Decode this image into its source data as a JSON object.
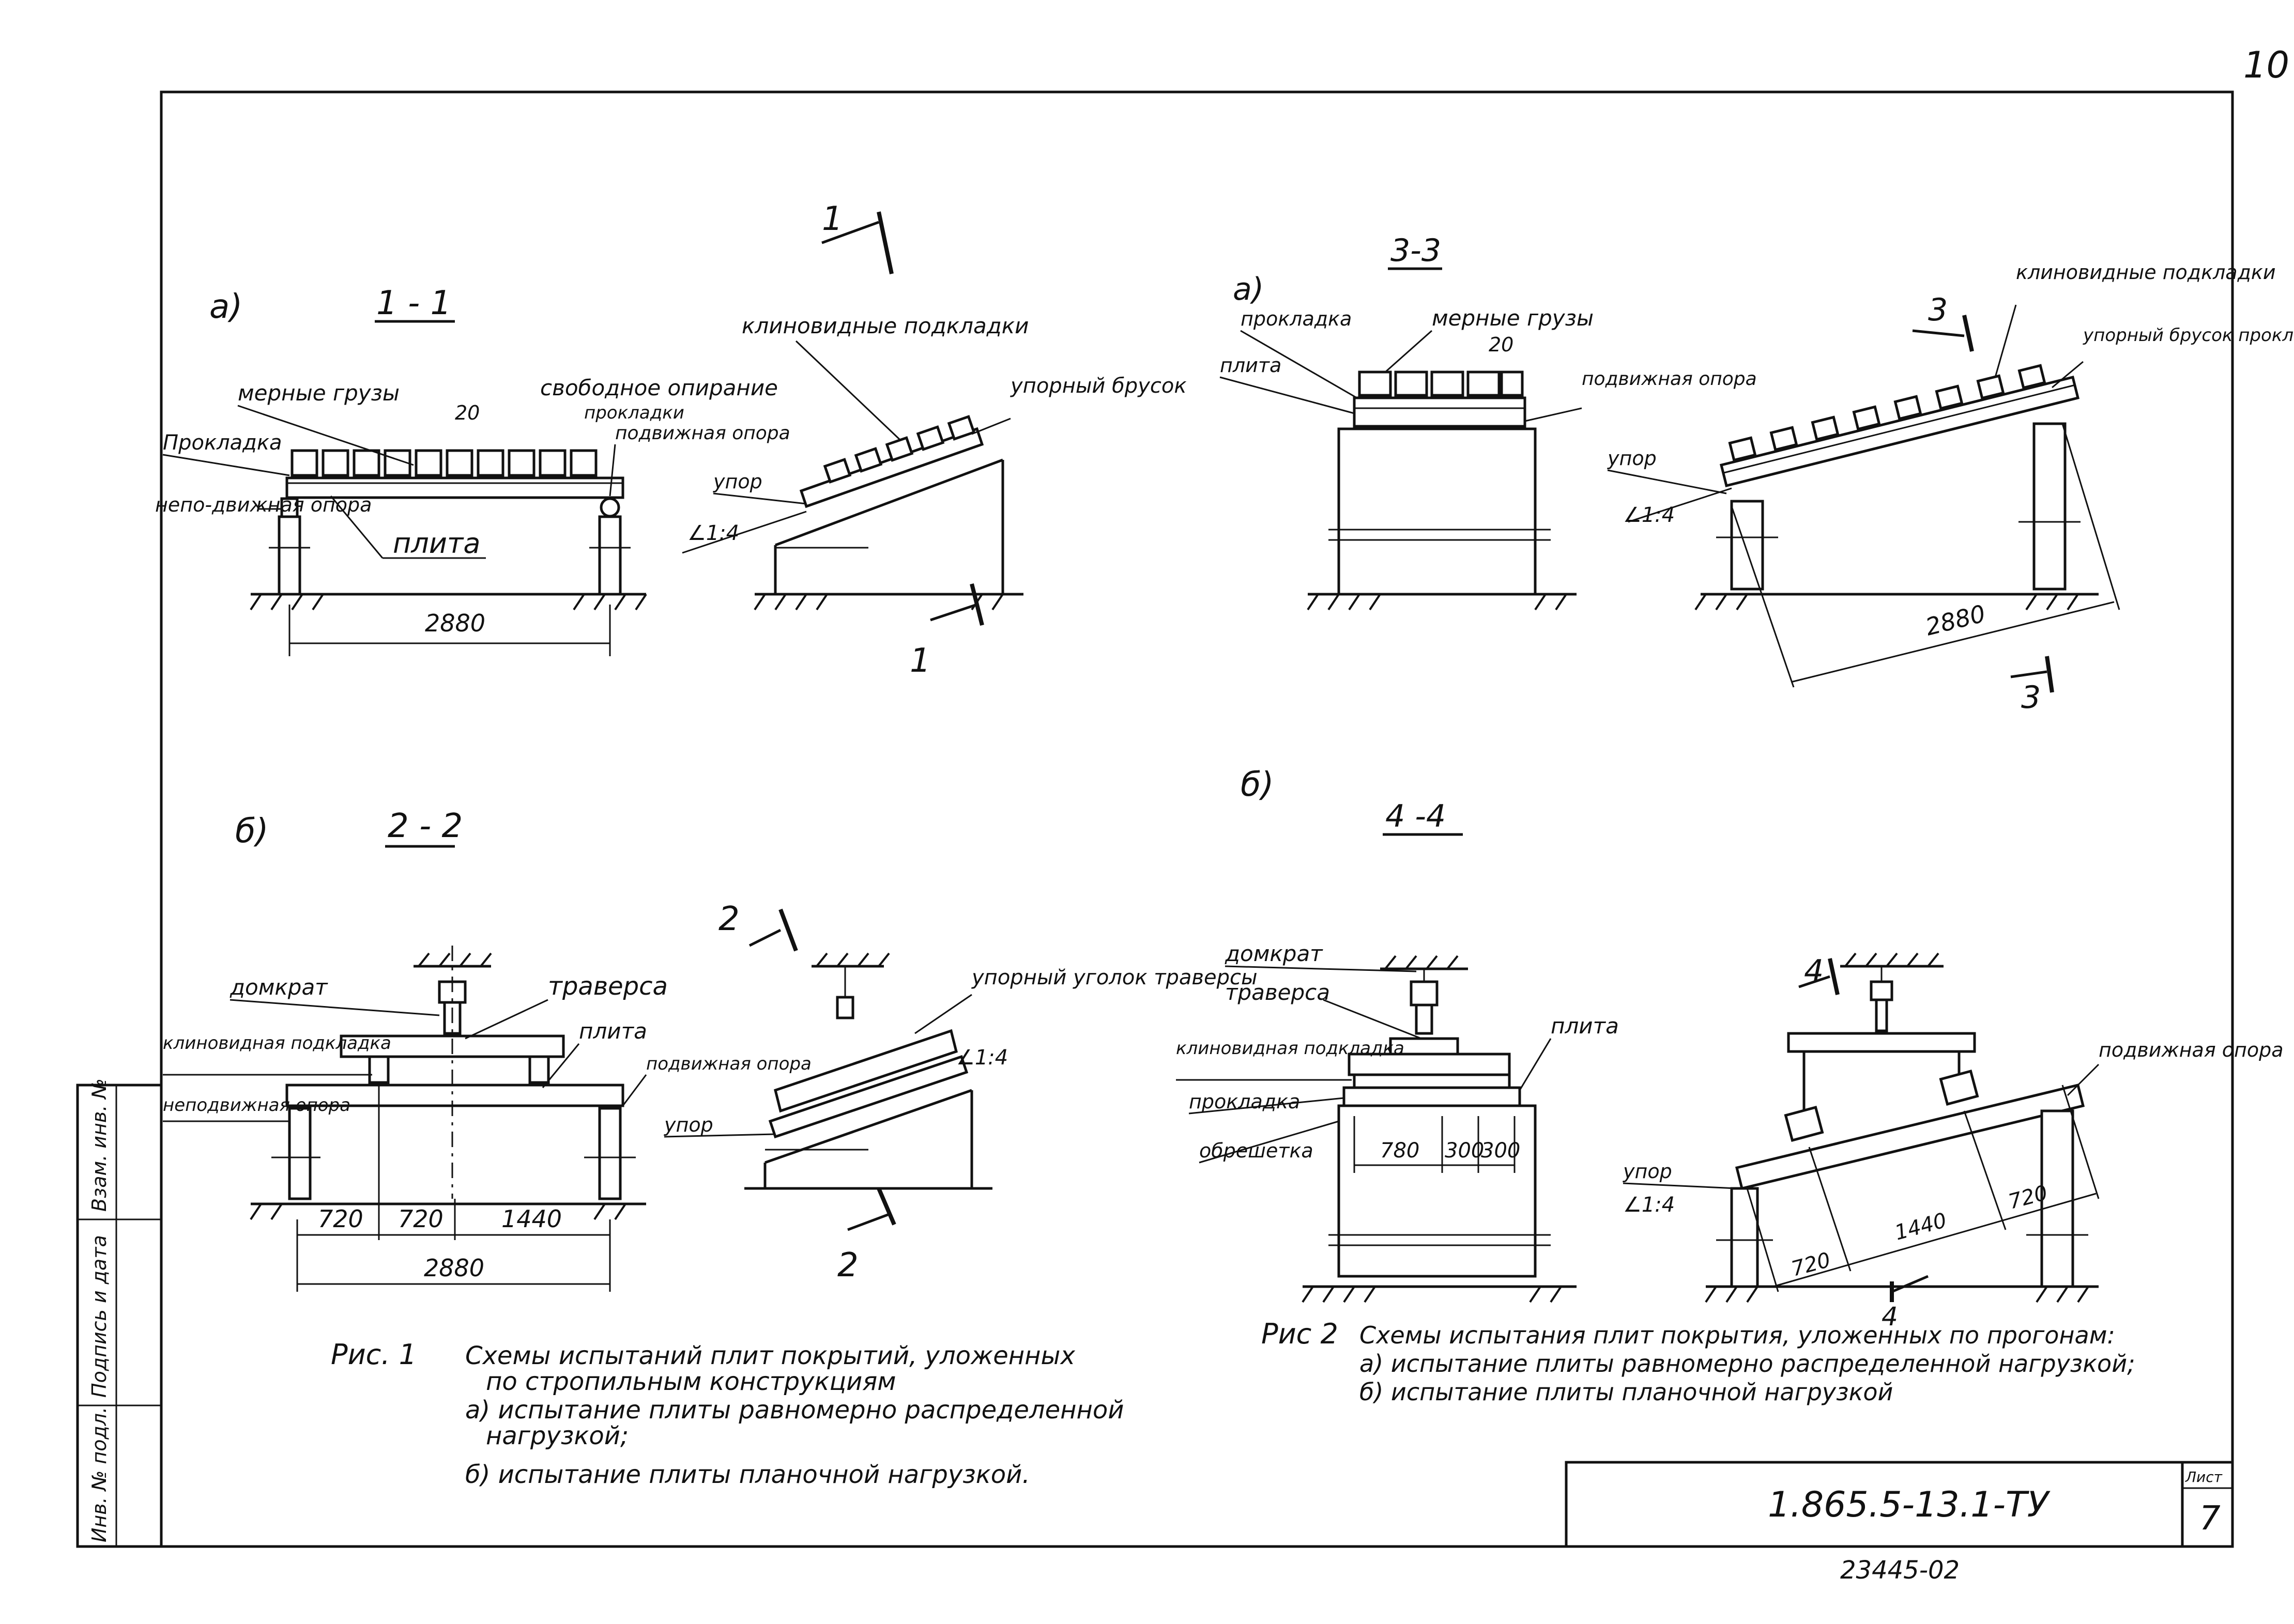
{
  "sheet": {
    "page_number": "10",
    "doc_code": "1.865.5-13.1-ТУ",
    "list_label": "Лист",
    "list_number": "7",
    "inventory": "23445-02"
  },
  "side_stamp": {
    "cells": [
      "Взам. инв. №",
      "Подпись и дата",
      "Инв. № подл."
    ]
  },
  "figure1": {
    "a": {
      "letter": "а)",
      "section": "1 - 1",
      "marker_top": "1",
      "marker_bottom": "1",
      "labels": {
        "weights": "мерные грузы",
        "pad": "Прокладка",
        "fixed_support": "непо-движная опора",
        "slab": "плита",
        "free_support": "свободное опирание",
        "pads2": "прокладки",
        "movable_support": "подвижная опора",
        "wedge_pads": "клиновидные подкладки",
        "stop_bar": "упорный брусок",
        "stop": "упор",
        "slope": "∠1:4"
      },
      "dims": {
        "gap": "20",
        "span": "2880"
      }
    },
    "b": {
      "letter": "б)",
      "section": "2 - 2",
      "marker_top": "2",
      "marker_bottom": "2",
      "labels": {
        "jack": "домкрат",
        "traverse": "траверса",
        "slab": "плита",
        "wedge_pad": "клиновидная подкладка",
        "fixed_support": "неподвижная опора",
        "movable_support": "подвижная опора",
        "stop": "упор",
        "stop_angle": "упорный уголок траверсы",
        "slope": "∠1:4"
      },
      "dims": {
        "d1": "720",
        "d2": "720",
        "d3": "1440",
        "span": "2880"
      }
    },
    "caption_label": "Рис. 1",
    "caption_lines": [
      "Схемы испытаний плит покрытий, уложенных",
      "по стропильным конструкциям",
      "а) испытание плиты равномерно распределенной",
      "нагрузкой;",
      "б) испытание плиты планочной нагрузкой."
    ]
  },
  "figure2": {
    "a": {
      "letter": "а)",
      "section": "3-3",
      "marker_top": "3",
      "marker_bottom": "3",
      "labels": {
        "pad": "прокладка",
        "slab": "плита",
        "weights": "мерные грузы",
        "movable_support": "подвижная опора",
        "wedge_pads": "клиновидные подкладки",
        "stop_bar": "упорный брусок прокладки",
        "stop": "упор",
        "slope": "∠1:4"
      },
      "dims": {
        "gap": "20",
        "span": "2880"
      }
    },
    "b": {
      "letter": "б)",
      "section": "4 -4",
      "marker_top": "4",
      "marker_bottom": "4",
      "labels": {
        "jack": "домкрат",
        "traverse": "траверса",
        "wedge_pad": "клиновидная подкладка",
        "pad": "прокладка",
        "lathing": "обрешетка",
        "slab": "плита",
        "movable_support": "подвижная опора",
        "stop": "упор",
        "slope": "∠1:4"
      },
      "dims": {
        "d1": "780",
        "d2": "300",
        "d3": "300",
        "s1": "720",
        "s2": "1440",
        "s3": "720"
      }
    },
    "caption_label": "Рис 2",
    "caption_lines": [
      "Схемы испытания плит покрытия, уложенных по прогонам:",
      "а) испытание плиты равномерно распределенной нагрузкой;",
      "б) испытание плиты планочной нагрузкой"
    ]
  }
}
